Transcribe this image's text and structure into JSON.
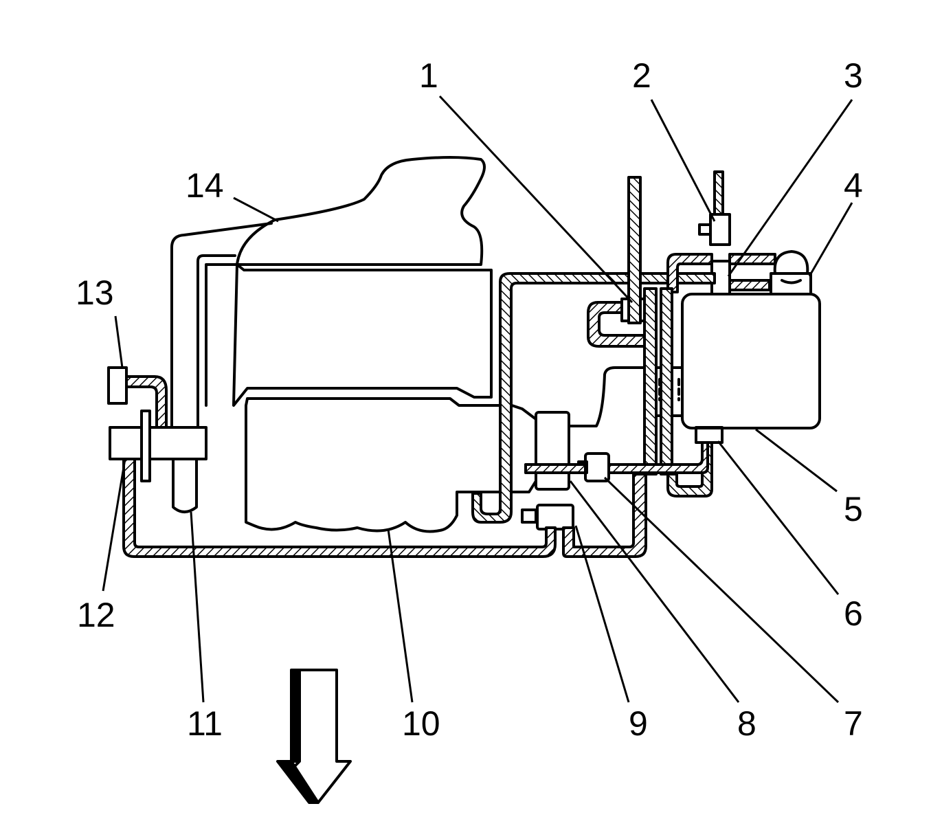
{
  "diagram": {
    "callouts": [
      {
        "id": "1",
        "label": "1"
      },
      {
        "id": "2",
        "label": "2"
      },
      {
        "id": "3",
        "label": "3"
      },
      {
        "id": "4",
        "label": "4"
      },
      {
        "id": "5",
        "label": "5"
      },
      {
        "id": "6",
        "label": "6"
      },
      {
        "id": "7",
        "label": "7"
      },
      {
        "id": "8",
        "label": "8"
      },
      {
        "id": "9",
        "label": "9"
      },
      {
        "id": "10",
        "label": "10"
      },
      {
        "id": "11",
        "label": "11"
      },
      {
        "id": "12",
        "label": "12"
      },
      {
        "id": "13",
        "label": "13"
      },
      {
        "id": "14",
        "label": "14"
      }
    ],
    "colors": {
      "ink": "#000000",
      "paper": "#ffffff"
    }
  }
}
